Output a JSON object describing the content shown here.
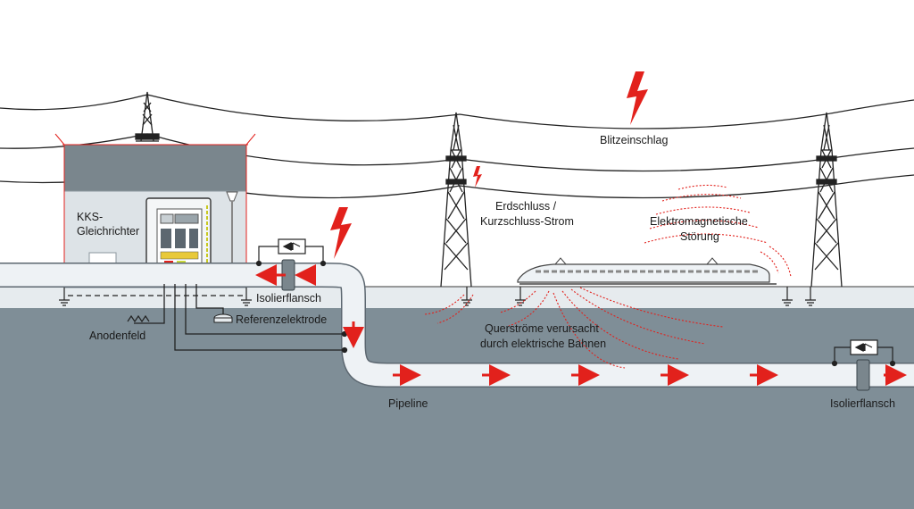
{
  "labels": {
    "rectifier": [
      "KKS-",
      "Gleichrichter"
    ],
    "lightning": "Blitzeinschlag",
    "earth_fault": [
      "Erdschluss /",
      "Kurzschluss-Strom"
    ],
    "em_interference": [
      "Elektromagnetische",
      "Störung"
    ],
    "insulating_flange_left": "Isolierflansch",
    "reference_electrode": "Referenzelektrode",
    "anode_field": "Anodenfeld",
    "stray_currents": [
      "Querströme verursacht",
      "durch elektrische Bahnen"
    ],
    "pipeline": "Pipeline",
    "insulating_flange_right": "Isolierflansch"
  },
  "colors": {
    "ground": "#7f8e97",
    "surface": "#e6ebee",
    "pipe_fill": "#eef2f5",
    "pipe_stroke": "#5c6770",
    "arrow_red": "#e2211c",
    "building_roof": "#7a868d",
    "building_wall": "#dde3e7",
    "line": "#1a1a1a"
  },
  "icons": [
    "lightning-bolt-icon",
    "diode-icon",
    "ground-symbol-icon",
    "pylon-icon",
    "train-icon"
  ]
}
